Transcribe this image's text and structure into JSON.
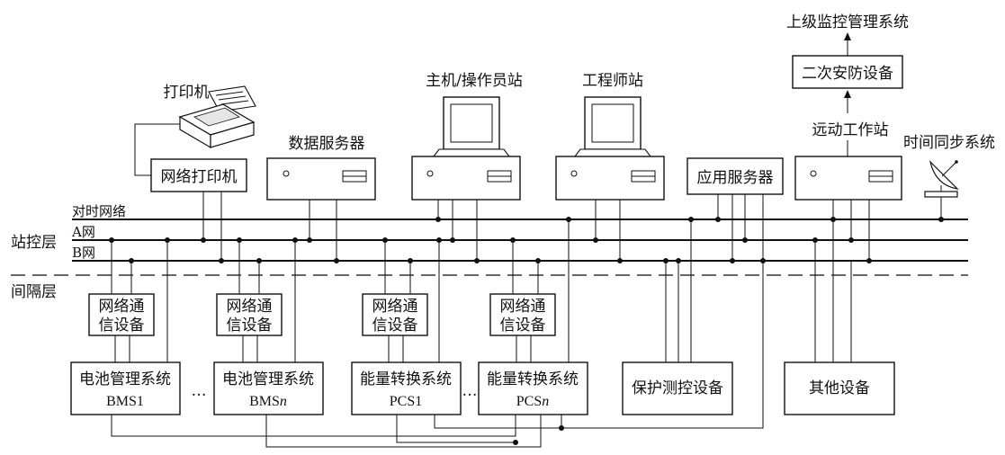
{
  "top": {
    "upper_system": "上级监控管理系统",
    "security_device": "二次安防设备",
    "remote_station": "远动工作站",
    "time_sync": "时间同步系统"
  },
  "devices": {
    "printer": "打印机",
    "network_printer": "网络打印机",
    "data_server": "数据服务器",
    "host_station": "主机/操作员站",
    "engineer_station": "工程师站",
    "app_server": "应用服务器"
  },
  "buses": {
    "time_network": "对时网络",
    "a_net": "A网",
    "b_net": "B网"
  },
  "layers": {
    "station": "站控层",
    "bay": "间隔层"
  },
  "comm_devices": [
    {
      "line1": "网络通",
      "line2": "信设备"
    },
    {
      "line1": "网络通",
      "line2": "信设备"
    },
    {
      "line1": "网络通",
      "line2": "信设备"
    },
    {
      "line1": "网络通",
      "line2": "信设备"
    }
  ],
  "bottom_devices": [
    {
      "name": "电池管理系统",
      "prefix": "BMS",
      "suffix": "1"
    },
    {
      "name": "电池管理系统",
      "prefix": "BMS",
      "suffix": "n"
    },
    {
      "name": "能量转换系统",
      "prefix": "PCS",
      "suffix": "1"
    },
    {
      "name": "能量转换系统",
      "prefix": "PCS",
      "suffix": "n"
    }
  ],
  "protection_device": "保护测控设备",
  "other_device": "其他设备",
  "ellipsis": "…"
}
